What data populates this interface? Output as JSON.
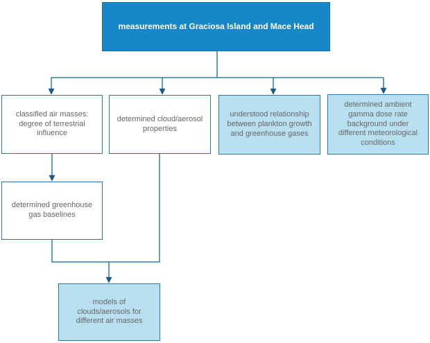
{
  "flowchart": {
    "root": {
      "label": "measurements at Graciosa Island and Mace Head"
    },
    "nodes": [
      {
        "id": "classified-air-masses",
        "label": "classified air masses:\ndegree of terrestrial\ninfluence",
        "style": "outline"
      },
      {
        "id": "cloud-aerosol-properties",
        "label": "determined cloud/aerosol\nproperties",
        "style": "outline"
      },
      {
        "id": "plankton-greenhouse",
        "label": "understood relationship\nbetween plankton growth\nand greenhouse gases",
        "style": "filled"
      },
      {
        "id": "gamma-dose-rate",
        "label": "determined ambient\ngamma dose rate\nbackground under\ndifferent meteorological\nconditions",
        "style": "filled"
      },
      {
        "id": "greenhouse-baselines",
        "label": "determined greenhouse\ngas baselines",
        "style": "outline"
      },
      {
        "id": "models-clouds-aerosols",
        "label": "models of\nclouds/aerosols for\ndifferent air masses",
        "style": "filled"
      }
    ],
    "edges": [
      {
        "from": "root",
        "to": "classified-air-masses"
      },
      {
        "from": "root",
        "to": "cloud-aerosol-properties"
      },
      {
        "from": "root",
        "to": "plankton-greenhouse"
      },
      {
        "from": "root",
        "to": "gamma-dose-rate"
      },
      {
        "from": "classified-air-masses",
        "to": "greenhouse-baselines"
      },
      {
        "from": "greenhouse-baselines",
        "to": "models-clouds-aerosols"
      },
      {
        "from": "cloud-aerosol-properties",
        "to": "models-clouds-aerosols"
      }
    ],
    "colors": {
      "root_fill": "#1787c9",
      "root_border": "#1273b2",
      "root_text": "#ffffff",
      "node_border": "#2878ae",
      "outline_node_fill": "#ffffff",
      "filled_node_fill": "#b9e0f0",
      "node_text": "#666666",
      "connector": "#2e7cab",
      "arrowhead": "#1b5884"
    }
  }
}
